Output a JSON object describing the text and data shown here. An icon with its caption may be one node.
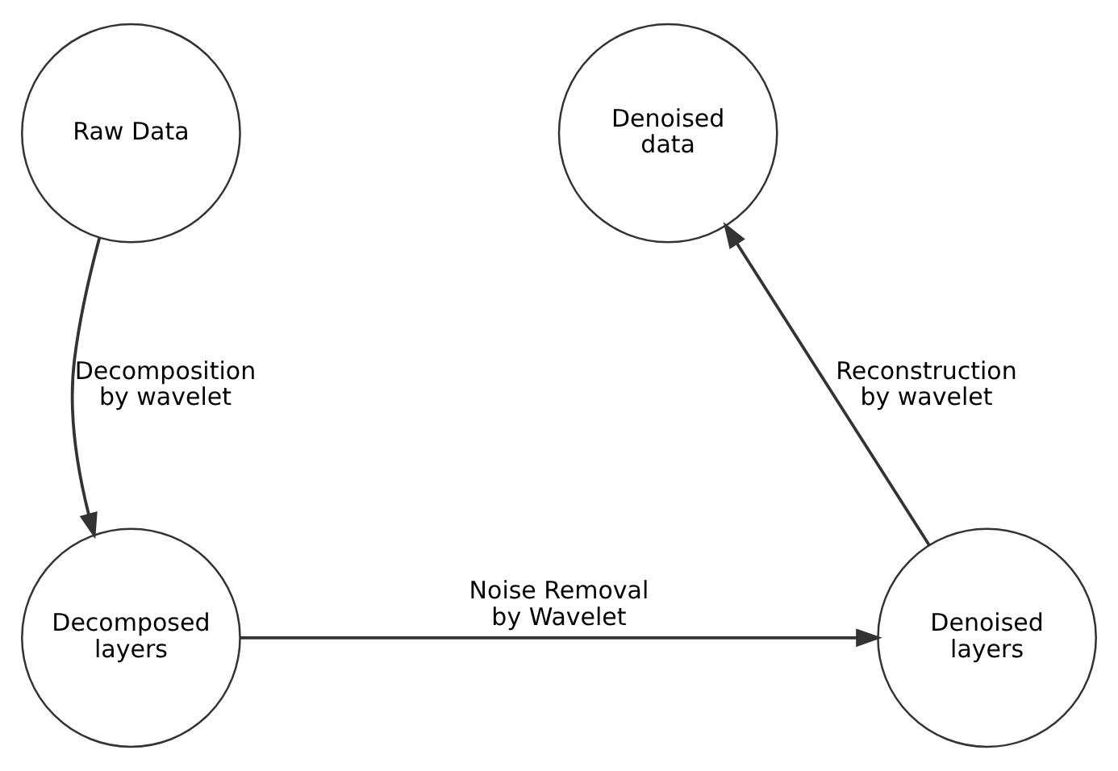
{
  "diagram": {
    "nodes": [
      {
        "text": [
          "Raw Data"
        ]
      },
      {
        "text": [
          "Decomposed layers"
        ]
      },
      {
        "text": [
          "Denoised layers"
        ]
      },
      {
        "text": [
          "Denoised data"
        ]
      }
    ],
    "edges": [
      {
        "from": 0,
        "to": 1,
        "arrow": "to",
        "label": "Decomposition by wavelet"
      },
      {
        "from": 1,
        "to": 2,
        "arrow": "to",
        "label": "Noise Removal by Wavelet"
      },
      {
        "from": 2,
        "to": 3,
        "arrow": "to",
        "label": "Reconstruction by wavelet"
      }
    ]
  }
}
